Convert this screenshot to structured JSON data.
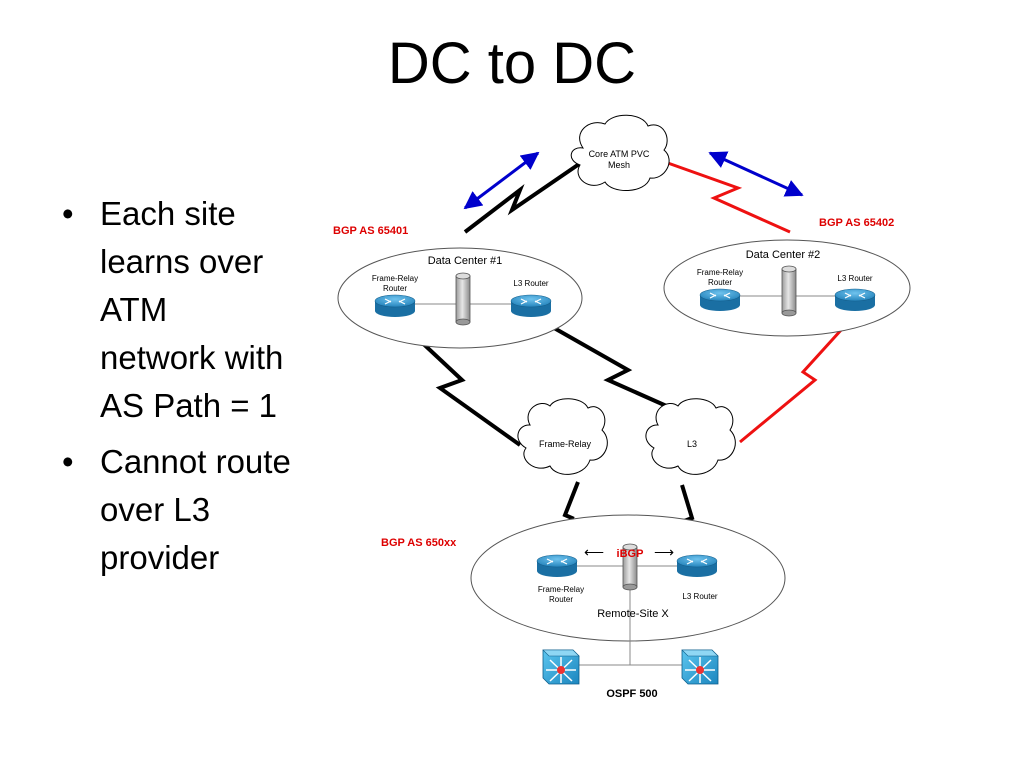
{
  "slide": {
    "title": "DC to DC",
    "bullets": [
      {
        "symbol": "•",
        "lines": [
          "Each site",
          "learns over",
          "ATM",
          "network with",
          "AS Path = 1"
        ]
      },
      {
        "symbol": "•",
        "lines": [
          "Cannot route",
          "over L3",
          "provider"
        ]
      }
    ]
  },
  "diagram": {
    "core_cloud": [
      "Core ATM PVC",
      "Mesh"
    ],
    "dc1": {
      "bgp": "BGP AS 65401",
      "name": "Data Center #1",
      "fr_router": [
        "Frame-Relay",
        "Router"
      ],
      "l3_router": "L3 Router"
    },
    "dc2": {
      "bgp": "BGP AS 65402",
      "name": "Data Center #2",
      "fr_router": [
        "Frame-Relay",
        "Router"
      ],
      "l3_router": "L3 Router"
    },
    "fr_cloud": "Frame-Relay",
    "l3_cloud": "L3",
    "remote": {
      "bgp": "BGP AS 650xx",
      "name": "Remote-Site X",
      "ibgp": "iBGP",
      "arrow_left": "⟵",
      "arrow_right": "⟶",
      "fr_router": [
        "Frame-Relay",
        "Router"
      ],
      "l3_router": "L3 Router",
      "ospf": "OSPF 500"
    },
    "colors": {
      "blue_arrow": "#0000cc",
      "red_link": "#ee1111",
      "label_red": "#dd0000",
      "router": "#2a8fc4"
    }
  }
}
